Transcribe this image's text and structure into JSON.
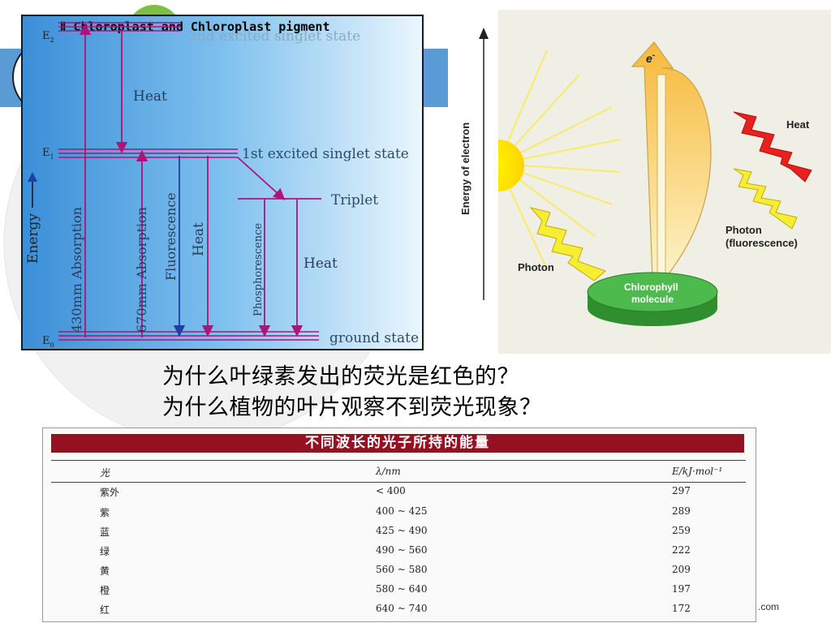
{
  "slide": {
    "jablonski": {
      "title": "Ⅱ Chloroplast and Chloroplast pigment",
      "levels": {
        "e2": "E",
        "e2_sub": "2",
        "e1": "E",
        "e1_sub": "1",
        "e0": "E",
        "e0_sub": "0",
        "second_singlet": "2nd excited singlet state",
        "first_singlet": "1st excited singlet state",
        "triplet": "Triplet",
        "ground": "ground state"
      },
      "axis_label": "Energy",
      "labels": {
        "heat_top": "Heat",
        "absorption_430": "430mm  Absorption",
        "absorption_670": "670mm  Absorption",
        "fluorescence": "Fluorescence",
        "heat_mid": "Heat",
        "phosphorescence": "Phosphorescence",
        "heat_right": "Heat"
      }
    },
    "chlorophyll": {
      "axis_label": "Energy of electron",
      "electron": "e",
      "electron_sup": "-",
      "heat": "Heat",
      "photon_fluorescence_1": "Photon",
      "photon_fluorescence_2": "(fluorescence)",
      "photon": "Photon",
      "molecule_1": "Chlorophyll",
      "molecule_2": "molecule"
    },
    "questions": [
      "为什么叶绿素发出的荧光是红色的？",
      "为什么植物的叶片观察不到荧光现象？"
    ],
    "table": {
      "title": "不同波长的光子所持的能量",
      "headers": [
        "光",
        "λ/nm",
        "E/kJ·mol⁻¹"
      ],
      "rows": [
        {
          "light": "紫外",
          "wavelength": "< 400",
          "energy": "297"
        },
        {
          "light": "紫",
          "wavelength": "400 ~ 425",
          "energy": "289"
        },
        {
          "light": "蓝",
          "wavelength": "425 ~ 490",
          "energy": "259"
        },
        {
          "light": "绿",
          "wavelength": "490 ~ 560",
          "energy": "222"
        },
        {
          "light": "黄",
          "wavelength": "560 ~ 580",
          "energy": "209"
        },
        {
          "light": "橙",
          "wavelength": "580 ~ 640",
          "energy": "197"
        },
        {
          "light": "红",
          "wavelength": "640 ~ 740",
          "energy": "172"
        }
      ]
    },
    "footer_suffix": ".com",
    "colors": {
      "jablonski_line": "#b0127a",
      "arrow_blue": "#1f3fa8",
      "table_title_bg": "#951020",
      "banner_blue": "#5b9bd5",
      "disk_green": "#3aa83a"
    }
  }
}
